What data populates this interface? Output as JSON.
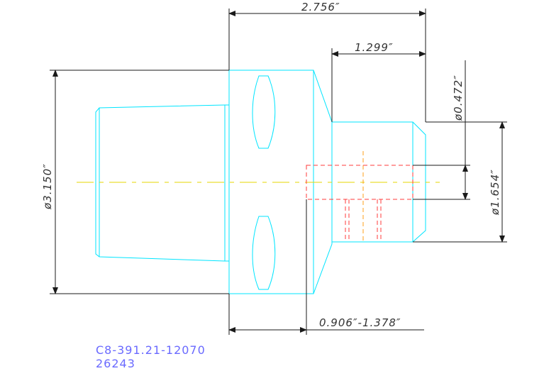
{
  "dimensions": {
    "overall_length": "2.756″",
    "shank_length": "1.299″",
    "bore_diameter": "ø0.472″",
    "shank_diameter": "ø1.654″",
    "flange_diameter": "ø3.150″",
    "depth_range": "0.906″-1.378″"
  },
  "part": {
    "number": "C8-391.21-12070",
    "code": "26243"
  },
  "colors": {
    "outline": "#00e5ff",
    "dimension": "#1a1a1a",
    "hidden": "#ff3b3b",
    "centerline": "#e6d600",
    "text": "#333333",
    "part_text": "#6a6aff"
  }
}
